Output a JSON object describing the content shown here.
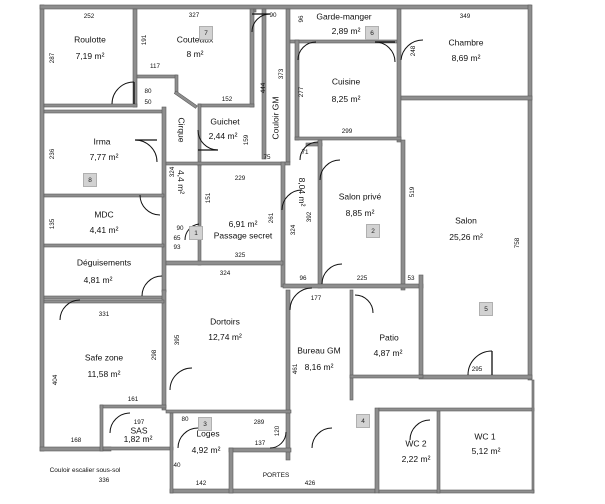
{
  "rooms": {
    "roulotte": {
      "name": "Roulotte",
      "area": "7,19 m²"
    },
    "couteaux": {
      "name": "Couteaux",
      "area": "8 m²"
    },
    "garde_manger": {
      "name": "Garde-manger",
      "area": "2,89 m²"
    },
    "chambre": {
      "name": "Chambre",
      "area": "8,69 m²"
    },
    "cuisine": {
      "name": "Cuisine",
      "area": "8,25 m²"
    },
    "guichet": {
      "name": "Guichet",
      "area": "2,44 m²"
    },
    "couloir_gm": {
      "name": "Couloir GM"
    },
    "cirque": {
      "name": "Cirque",
      "area": "4,4 m²"
    },
    "irma": {
      "name": "Irma",
      "area": "7,77 m²"
    },
    "mdc": {
      "name": "MDC",
      "area": "4,41 m²"
    },
    "passage_secret": {
      "name": "Passage secret",
      "area": "6,91 m²"
    },
    "corridor_804": {
      "area": "8,04 m²"
    },
    "salon_prive": {
      "name": "Salon privé",
      "area": "8,85 m²"
    },
    "salon": {
      "name": "Salon",
      "area": "25,26 m²"
    },
    "deguisements": {
      "name": "Déguisements",
      "area": "4,81 m²"
    },
    "dortoirs": {
      "name": "Dortoirs",
      "area": "12,74 m²"
    },
    "bureau_gm": {
      "name": "Bureau GM",
      "area": "8,16 m²"
    },
    "patio": {
      "name": "Patio",
      "area": "4,87 m²"
    },
    "safe_zone": {
      "name": "Safe zone",
      "area": "11,58 m²"
    },
    "sas": {
      "name": "SAS",
      "area": "1,82 m²"
    },
    "loges": {
      "name": "Loges",
      "area": "4,92 m²"
    },
    "wc2": {
      "name": "WC 2",
      "area": "2,22 m²"
    },
    "wc1": {
      "name": "WC 1",
      "area": "5,12 m²"
    },
    "couloir_escalier": {
      "name": "Couloir escalier sous-sol"
    },
    "portes": {
      "name": "PORTES"
    }
  },
  "markers": [
    "1",
    "2",
    "3",
    "4",
    "5",
    "6",
    "7",
    "8"
  ],
  "dimensions": [
    "252",
    "327",
    "90",
    "96",
    "349",
    "287",
    "191",
    "117",
    "248",
    "277",
    "373",
    "444",
    "152",
    "299",
    "50",
    "80",
    "159",
    "236",
    "324",
    "71",
    "75",
    "229",
    "519",
    "758",
    "151",
    "8,04 m²",
    "135",
    "90",
    "65",
    "93",
    "261",
    "392",
    "324",
    "325",
    "225",
    "53",
    "324",
    "177",
    "96",
    "331",
    "395",
    "461",
    "298",
    "295",
    "161",
    "404",
    "197",
    "289",
    "168",
    "80",
    "120",
    "137",
    "336",
    "142",
    "40",
    "426"
  ]
}
